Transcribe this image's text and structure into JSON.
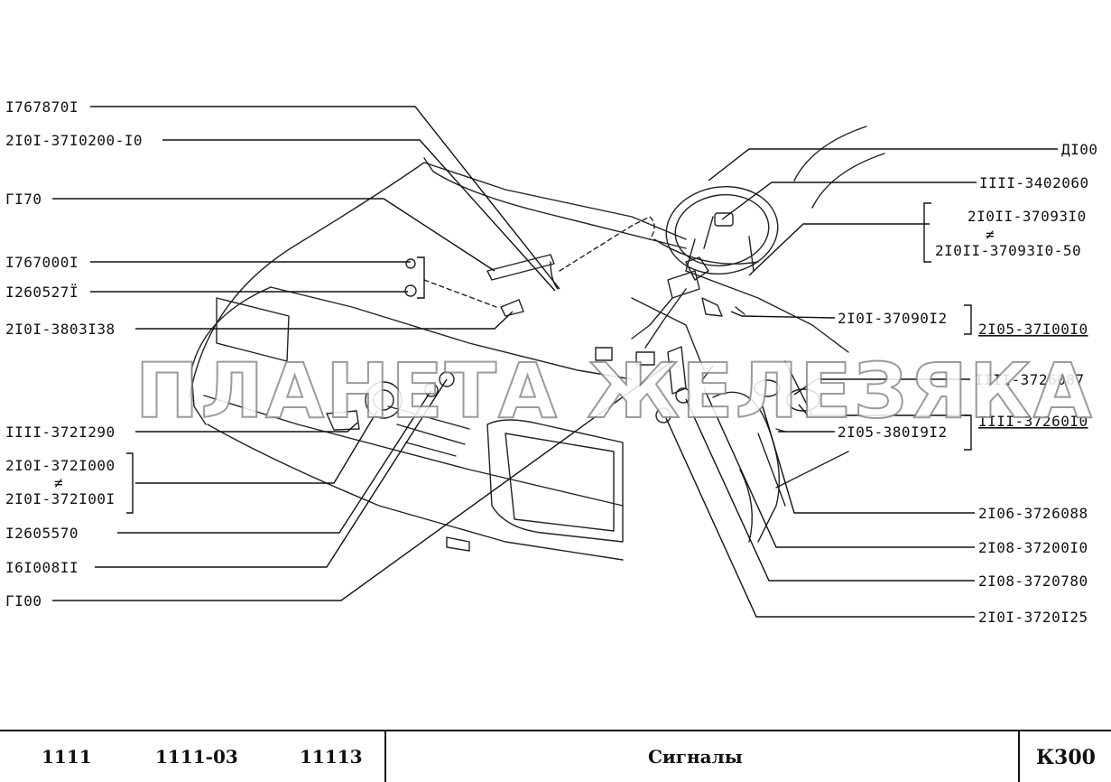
{
  "watermark": "ПЛАНЕТА ЖЕЛЕЗЯКА",
  "labels": {
    "l1": "I767870I",
    "l2": "2I0I-37I0200-I0",
    "l3": "ГI70",
    "l4": "I767000I",
    "l5": "I260527Ï",
    "l6": "2I0I-3803I38",
    "l7": "IIII-372I290",
    "l8a": "2I0I-372I000",
    "l8neq": "≠",
    "l8b": "2I0I-372I00I",
    "l9": "I2605570",
    "l10": "I6I008II",
    "l11": "ГI00",
    "r1": "ДI00",
    "r2": "IIII-3402060",
    "r3a": "2I0II-37093I0",
    "r3neq": "≠",
    "r3b": "2I0II-37093I0-50",
    "r4": "2I0I-37090I2",
    "r4b": "2I05-37I00I0",
    "r5": "IIII-3726087",
    "r6": "IIII-37260I0",
    "r7": "2I05-380I9I2",
    "r8": "2I06-3726088",
    "r9": "2I08-37200I0",
    "r10": "2I08-3720780",
    "r11": "2I0I-3720I25"
  },
  "footer": {
    "model1": "1111",
    "model2": "1111-03",
    "model3": "11113",
    "title": "Сигналы",
    "code": "К300"
  }
}
